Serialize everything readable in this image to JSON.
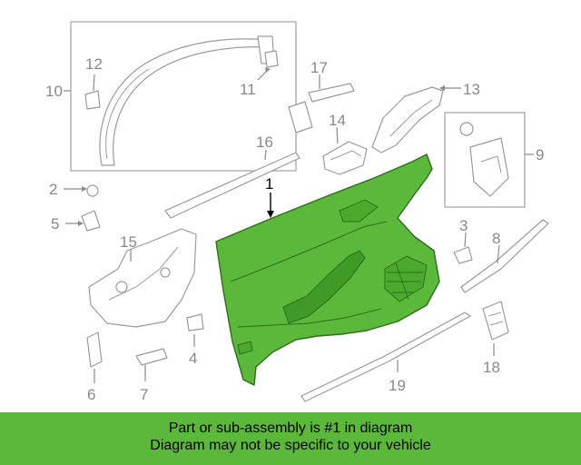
{
  "diagram": {
    "callouts": [
      {
        "id": "1",
        "label": "1",
        "primary": true
      },
      {
        "id": "2",
        "label": "2"
      },
      {
        "id": "3",
        "label": "3"
      },
      {
        "id": "4",
        "label": "4"
      },
      {
        "id": "5",
        "label": "5"
      },
      {
        "id": "6",
        "label": "6"
      },
      {
        "id": "7",
        "label": "7"
      },
      {
        "id": "8",
        "label": "8"
      },
      {
        "id": "9",
        "label": "9"
      },
      {
        "id": "10",
        "label": "10"
      },
      {
        "id": "11",
        "label": "11"
      },
      {
        "id": "12",
        "label": "12"
      },
      {
        "id": "13",
        "label": "13"
      },
      {
        "id": "14",
        "label": "14"
      },
      {
        "id": "15",
        "label": "15"
      },
      {
        "id": "16",
        "label": "16"
      },
      {
        "id": "17",
        "label": "17"
      },
      {
        "id": "18",
        "label": "18"
      },
      {
        "id": "19",
        "label": "19"
      }
    ],
    "colors": {
      "highlight": "#5cb83a",
      "highlight_dark": "#3f9a28",
      "outline": "#9a9a9a",
      "banner": "#5cb83a"
    }
  },
  "banner": {
    "line1": "Part or sub-assembly is #1 in diagram",
    "line2": "Diagram may not be specific to your vehicle"
  }
}
